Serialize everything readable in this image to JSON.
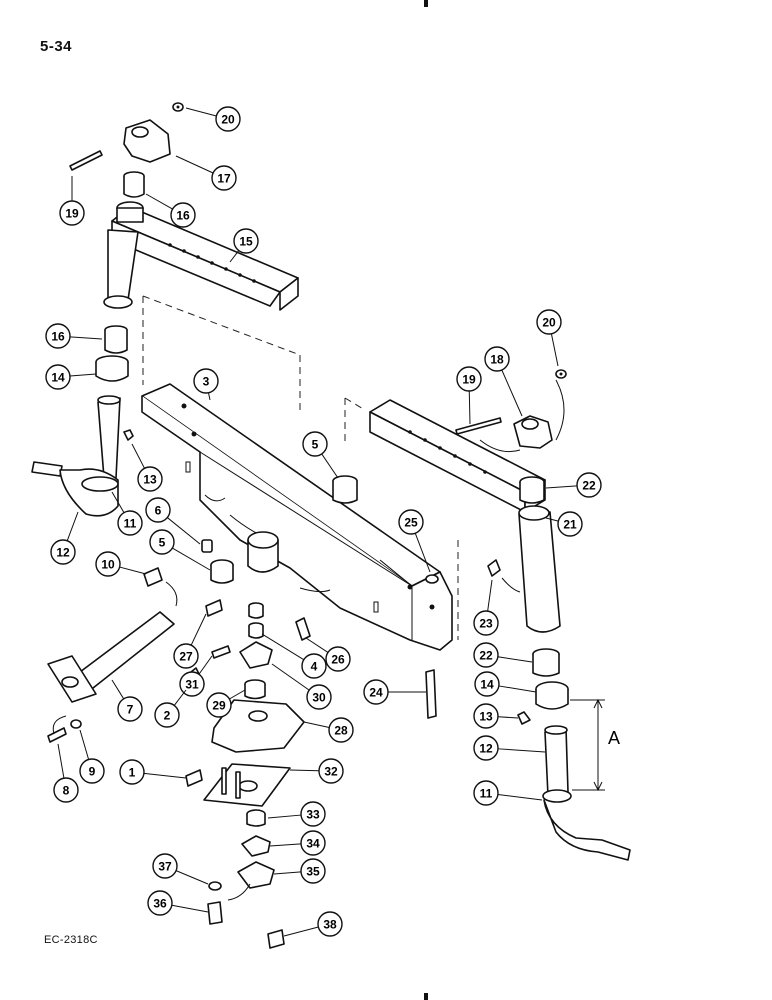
{
  "header": {
    "page_number": "5-34"
  },
  "footer": {
    "figure_code": "EC-2318C"
  },
  "dimension_label": "A",
  "callouts": [
    {
      "id": "c20a",
      "label": "20"
    },
    {
      "id": "c17",
      "label": "17"
    },
    {
      "id": "c19a",
      "label": "19"
    },
    {
      "id": "c16a",
      "label": "16"
    },
    {
      "id": "c15",
      "label": "15"
    },
    {
      "id": "c16b",
      "label": "16"
    },
    {
      "id": "c14a",
      "label": "14"
    },
    {
      "id": "c3",
      "label": "3"
    },
    {
      "id": "c13a",
      "label": "13"
    },
    {
      "id": "c11a",
      "label": "11"
    },
    {
      "id": "c12a",
      "label": "12"
    },
    {
      "id": "c6",
      "label": "6"
    },
    {
      "id": "c5a",
      "label": "5"
    },
    {
      "id": "c5b",
      "label": "5"
    },
    {
      "id": "c10",
      "label": "10"
    },
    {
      "id": "c27",
      "label": "27"
    },
    {
      "id": "c31",
      "label": "31"
    },
    {
      "id": "c4",
      "label": "4"
    },
    {
      "id": "c26",
      "label": "26"
    },
    {
      "id": "c30",
      "label": "30"
    },
    {
      "id": "c7",
      "label": "7"
    },
    {
      "id": "c2",
      "label": "2"
    },
    {
      "id": "c29",
      "label": "29"
    },
    {
      "id": "c28",
      "label": "28"
    },
    {
      "id": "c8",
      "label": "8"
    },
    {
      "id": "c9",
      "label": "9"
    },
    {
      "id": "c1",
      "label": "1"
    },
    {
      "id": "c32",
      "label": "32"
    },
    {
      "id": "c33",
      "label": "33"
    },
    {
      "id": "c34",
      "label": "34"
    },
    {
      "id": "c35",
      "label": "35"
    },
    {
      "id": "c37",
      "label": "37"
    },
    {
      "id": "c36",
      "label": "36"
    },
    {
      "id": "c38",
      "label": "38"
    },
    {
      "id": "c20b",
      "label": "20"
    },
    {
      "id": "c18",
      "label": "18"
    },
    {
      "id": "c19b",
      "label": "19"
    },
    {
      "id": "c25",
      "label": "25"
    },
    {
      "id": "c22a",
      "label": "22"
    },
    {
      "id": "c21",
      "label": "21"
    },
    {
      "id": "c23",
      "label": "23"
    },
    {
      "id": "c22b",
      "label": "22"
    },
    {
      "id": "c24",
      "label": "24"
    },
    {
      "id": "c14b",
      "label": "14"
    },
    {
      "id": "c13b",
      "label": "13"
    },
    {
      "id": "c12b",
      "label": "12"
    },
    {
      "id": "c11b",
      "label": "11"
    }
  ]
}
